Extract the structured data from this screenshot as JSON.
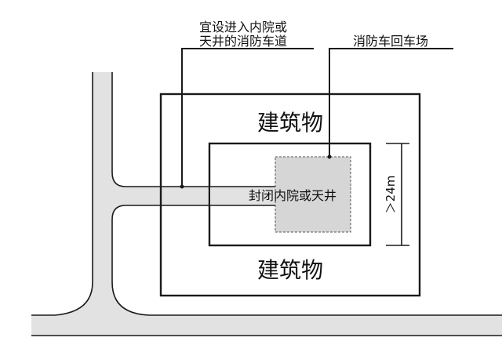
{
  "labels": {
    "access_road_line1": "宜设进入内院或",
    "access_road_line2": "天井的消防车道",
    "turnaround": "消防车回车场",
    "building_top": "建筑物",
    "building_bottom": "建筑物",
    "courtyard": "封闭内院或天井",
    "dimension": "＞24m"
  },
  "colors": {
    "road_fill": "#e2e2e2",
    "turnaround_fill": "#d6d6d6",
    "outline": "#1a1a1a"
  }
}
